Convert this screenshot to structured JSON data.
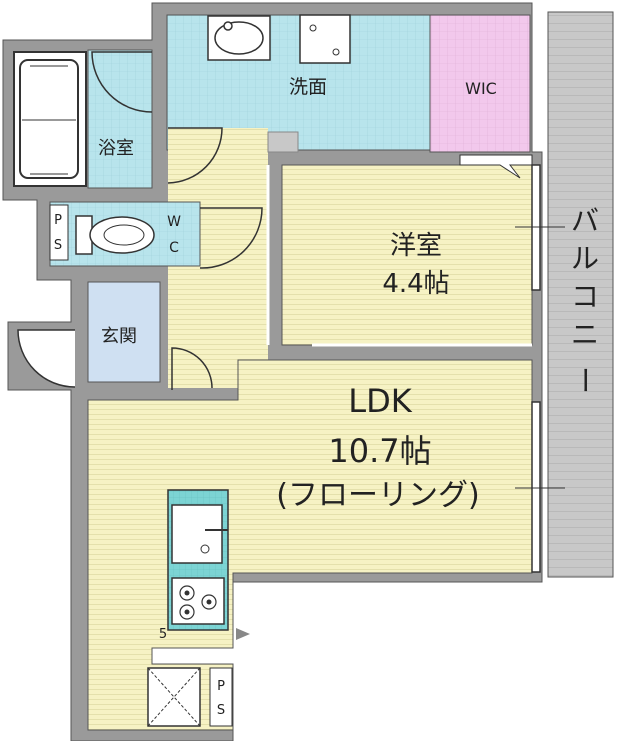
{
  "rooms": {
    "bathroom": "浴室",
    "washroom": "洗面",
    "wic": "WIC",
    "wc_w": "W",
    "wc_c": "C",
    "entrance": "玄関",
    "western_room": "洋室",
    "western_room_size": "4.4帖",
    "ldk": "LDK",
    "ldk_size": "10.7帖",
    "ldk_floor": "(フローリング)",
    "balcony_chars": [
      "バ",
      "ル",
      "コ",
      "ニ",
      "ー"
    ]
  },
  "ps_upper": {
    "p": "P",
    "s": "S"
  },
  "ps_lower": {
    "p": "P",
    "s": "S"
  },
  "kitchen_mark": "5",
  "colors": {
    "wall": "#9a9a9a",
    "tile": "#b8e4ec",
    "flooring": "#f6f2c4",
    "wic": "#f2c8ec",
    "balcony": "#c8c8c8",
    "counter": "#7cd4d4"
  },
  "icons": [
    "bathtub-icon",
    "washbasin-icon",
    "washing-machine-pan-icon",
    "toilet-icon",
    "sink-icon",
    "stove-icon",
    "refrigerator-space-icon"
  ]
}
